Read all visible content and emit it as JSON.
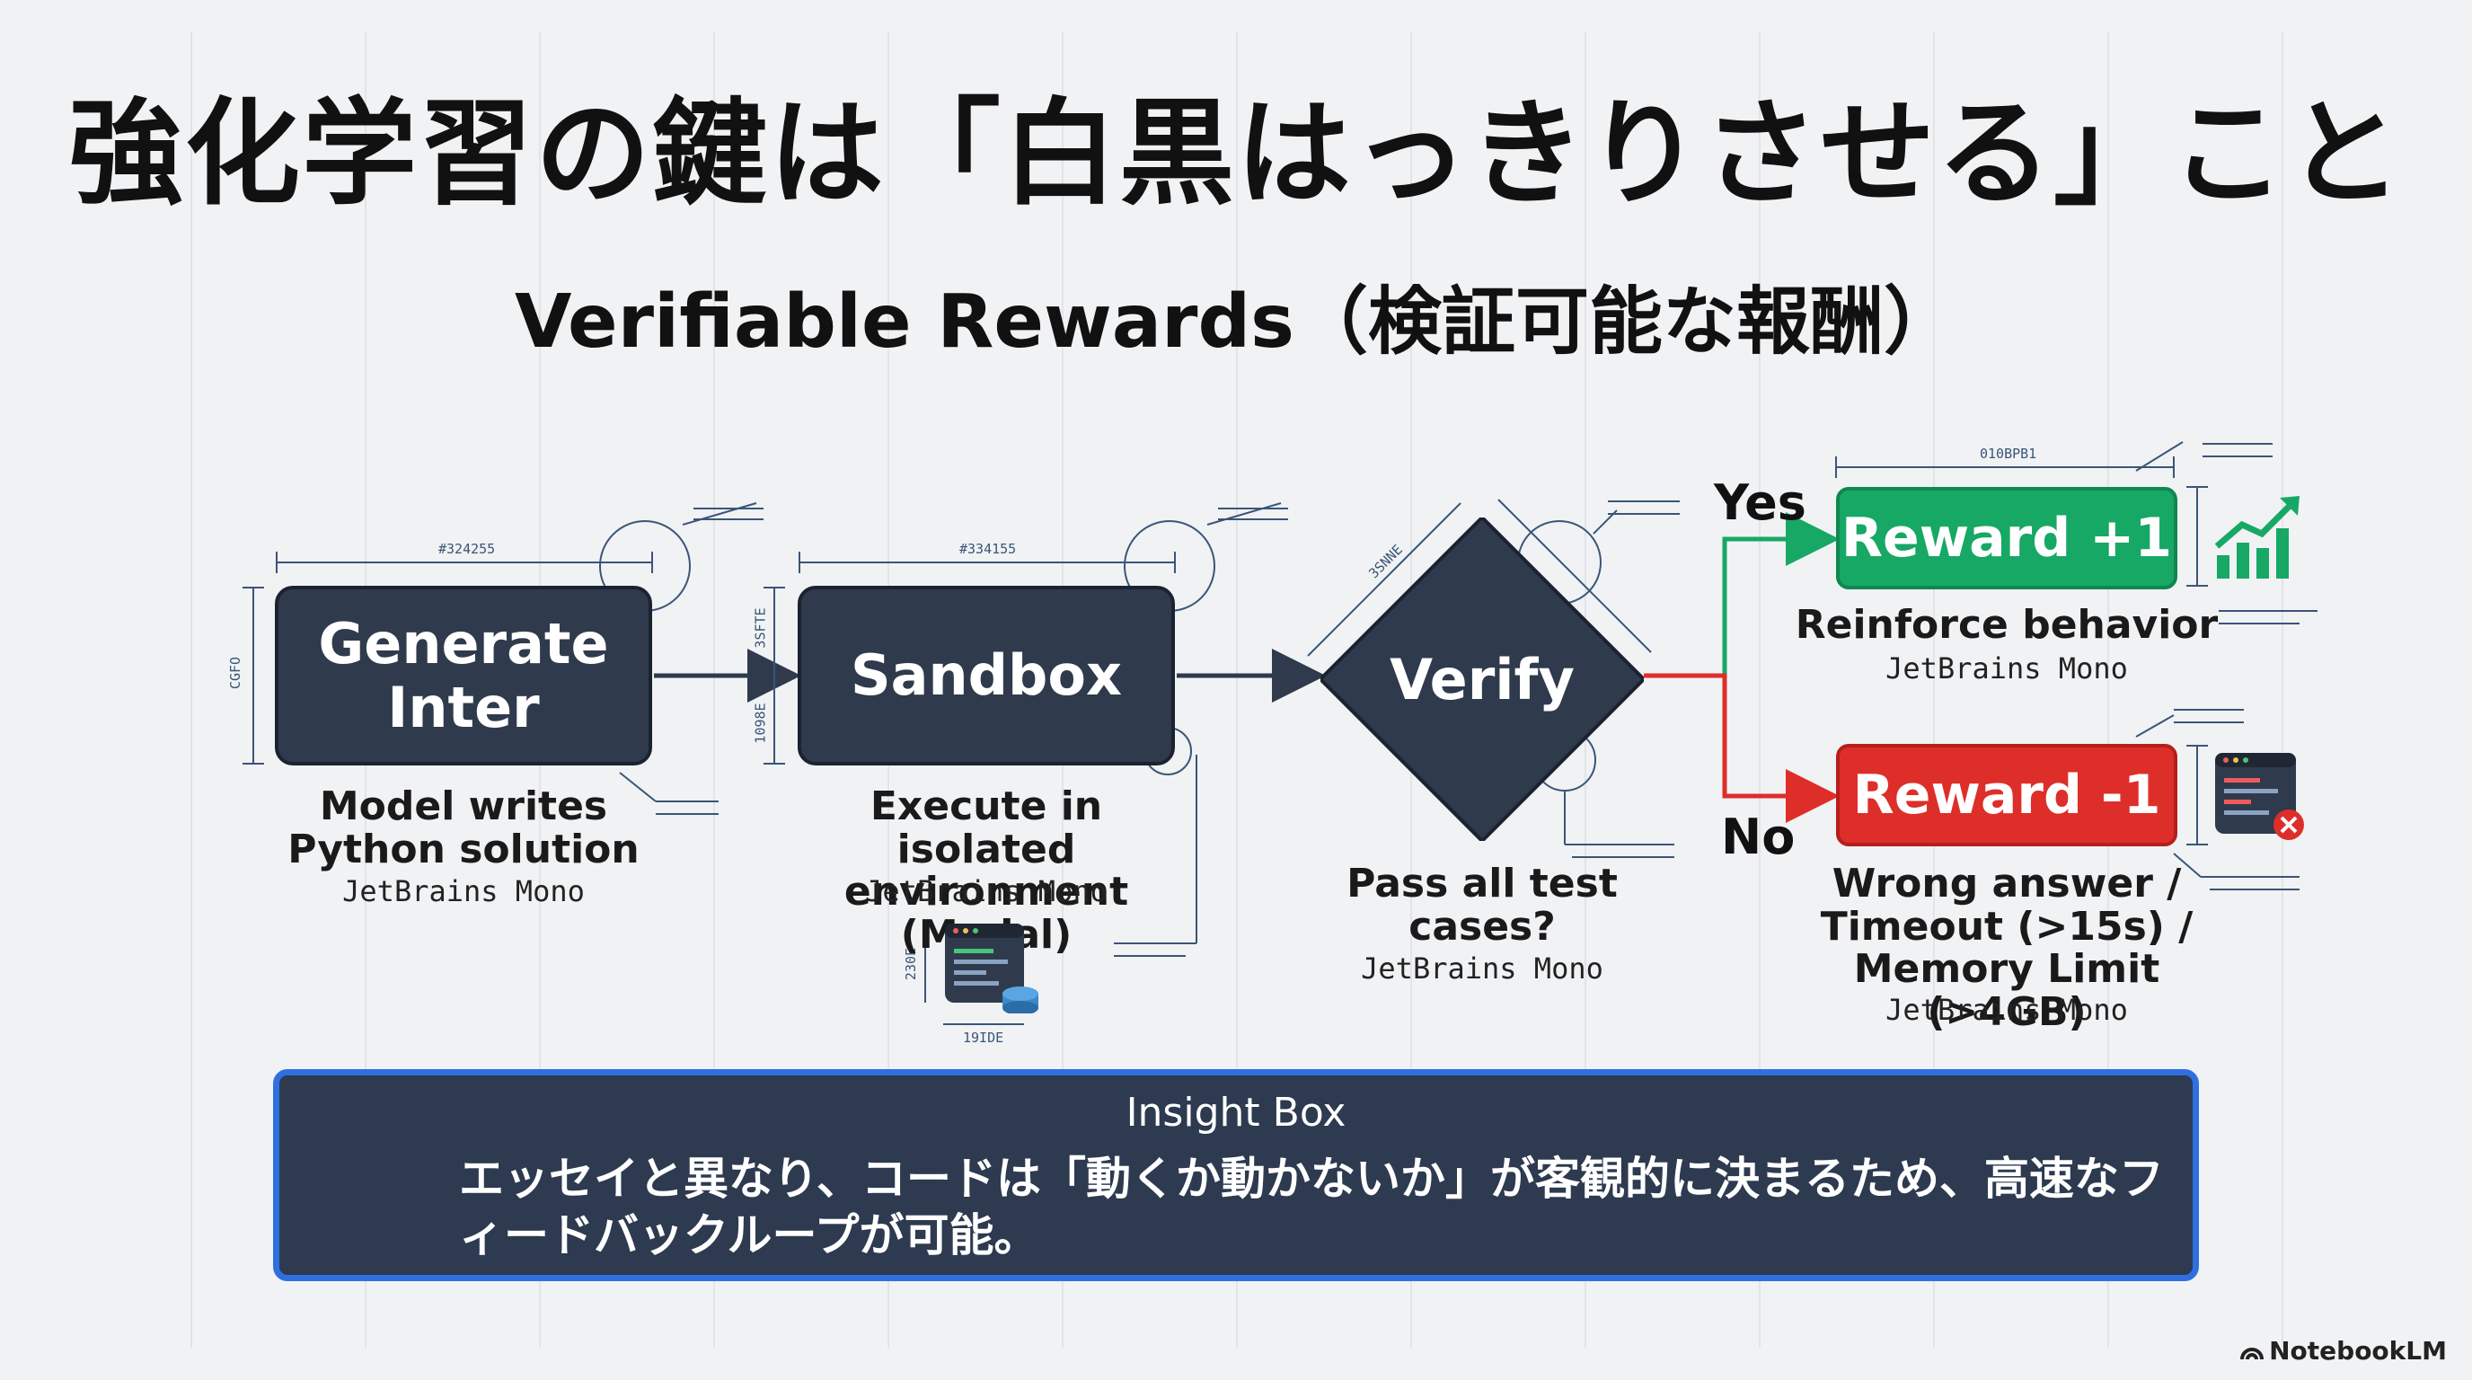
{
  "title": "強化学習の鍵は「白黒はっきりさせる」こと",
  "subtitle": "Verifiable Rewards（検証可能な報酬）",
  "nodes": {
    "generate": {
      "label": "Generate Inter",
      "caption": "Model writes Python solution",
      "font": "JetBrains Mono",
      "dim_top": "#324255",
      "dim_side": "CGFO"
    },
    "sandbox": {
      "label": "Sandbox",
      "caption": "Execute in isolated environment (Modal)",
      "font": "JetBrains Mono",
      "dim_top": "#334155",
      "dim_side_a": "3SFTE",
      "dim_side_b": "1098E",
      "icon_dim_side": "230E",
      "icon_dim_bottom": "19IDE"
    },
    "verify": {
      "label": "Verify",
      "caption": "Pass all test cases?",
      "font": "JetBrains Mono",
      "dim_diag": "3SNNE"
    }
  },
  "branches": {
    "yes_label": "Yes",
    "no_label": "No"
  },
  "rewards": {
    "positive": {
      "label": "Reward +1",
      "caption": "Reinforce behavior",
      "font": "JetBrains Mono",
      "color": "#17a865",
      "dim_top": "010BPB1"
    },
    "negative": {
      "label": "Reward -1",
      "caption": "Wrong answer / Timeout (>15s) / Memory Limit (>4GB)",
      "font": "JetBrains Mono",
      "color": "#de2e2a"
    }
  },
  "insight": {
    "title": "Insight Box",
    "body": "エッセイと異なり、コードは「動くか動かないか」が客観的に決まるため、高速なフィードバックループが可能。"
  },
  "brand": "NotebookLM",
  "icons": [
    "bar-chart-up-icon",
    "terminal-error-icon",
    "terminal-database-icon",
    "notebooklm-logo-icon"
  ]
}
